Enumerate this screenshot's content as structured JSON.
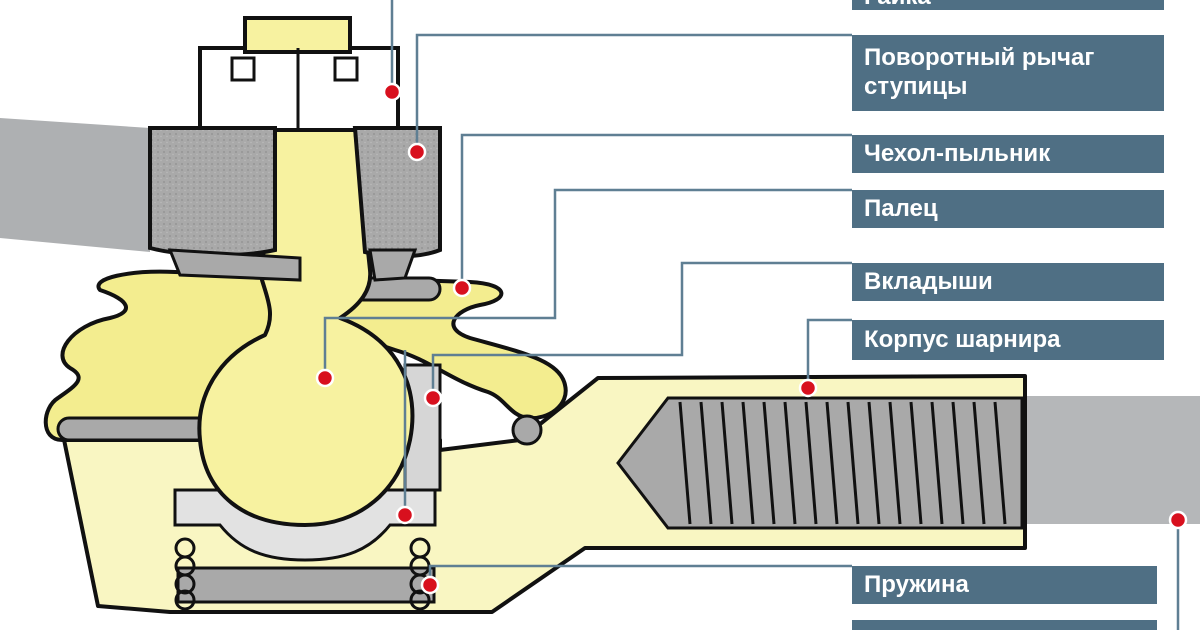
{
  "labels": {
    "nut": "Гайка",
    "hub_arm_line1": "Поворотный рычаг",
    "hub_arm_line2": "ступицы",
    "boot": "Чехол-пыльник",
    "pin": "Палец",
    "liners": "Вкладыши",
    "housing": "Корпус шарнира",
    "spring": "Пружина"
  },
  "colors": {
    "label_bg": "#4f6f84",
    "label_text": "#ffffff",
    "pin_yellow": "#f7f2a0",
    "metal_gray": "#a9a9a9",
    "outline": "#111111",
    "marker": "#d8101e",
    "leader_line": "#5f7f93"
  }
}
